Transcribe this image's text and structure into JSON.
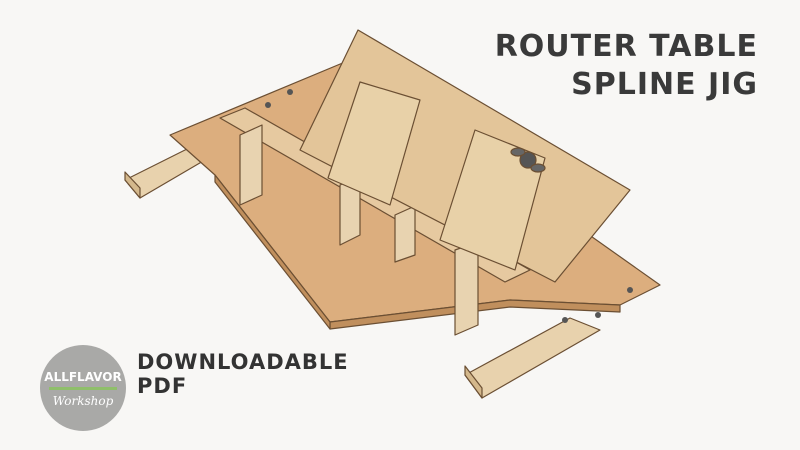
{
  "title": {
    "line1": "ROUTER TABLE",
    "line2": "SPLINE JIG"
  },
  "badge": {
    "line1": "DOWNLOADABLE",
    "line2": "PDF"
  },
  "logo": {
    "brand": "ALLFLAVOR",
    "sub": "Workshop"
  },
  "colors": {
    "background": "#f8f7f5",
    "wood": "#e4c9a0",
    "mdf": "#dcae7e",
    "text": "#3a3a3a",
    "logo_bg": "#a9a9a7",
    "logo_accent": "#8fbf6a"
  }
}
